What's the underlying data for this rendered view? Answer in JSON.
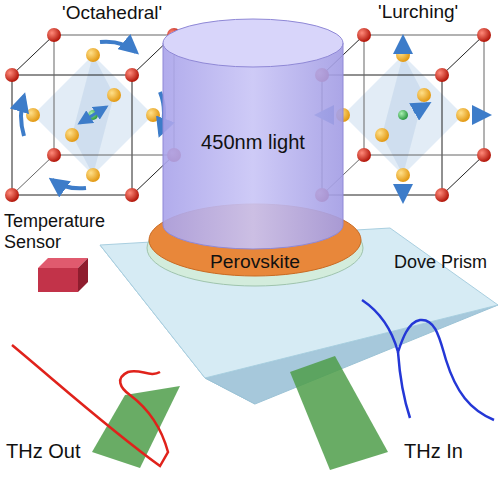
{
  "diagram": {
    "nodes": [
      {
        "text": [
          "450nm light"
        ]
      },
      {
        "text": [
          "Perovskite"
        ]
      }
    ],
    "labels": [
      "'Octahedral'",
      "'Lurching'",
      "Temperature Sensor",
      "Dove Prism",
      "THz Out",
      "THz In"
    ]
  }
}
